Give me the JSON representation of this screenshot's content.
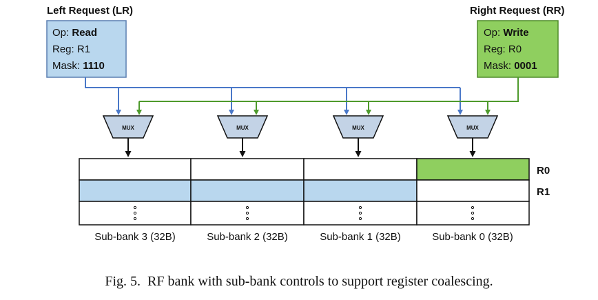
{
  "left_request": {
    "heading": "Left Request (LR)",
    "op_key": "Op:",
    "op_val": "Read",
    "reg_key": "Reg:",
    "reg_val": "R1",
    "mask_key": "Mask:",
    "mask_val": "1110"
  },
  "right_request": {
    "heading": "Right Request (RR)",
    "op_key": "Op:",
    "op_val": "Write",
    "reg_key": "Reg:",
    "reg_val": "R0",
    "mask_key": "Mask:",
    "mask_val": "0001"
  },
  "mux_label": "MUX",
  "row_labels": [
    "R0",
    "R1"
  ],
  "subbanks": [
    "Sub-bank 3 (32B)",
    "Sub-bank 2 (32B)",
    "Sub-bank 1 (32B)",
    "Sub-bank 0 (32B)"
  ],
  "cells": {
    "r0": [
      "",
      "",
      "",
      "green"
    ],
    "r1": [
      "blue",
      "blue",
      "blue",
      ""
    ]
  },
  "caption": "Fig. 5.  RF bank with sub-bank controls to support register coalescing.",
  "colors": {
    "blue_fill": "#b9d7ee",
    "blue_border": "#5a7fb0",
    "blue_wire": "#4a78c8",
    "green_fill": "#8fcf5f",
    "green_border": "#4f8a2a",
    "green_wire": "#4e9a2c",
    "mux_fill": "#c3d3e6",
    "black": "#111111"
  }
}
